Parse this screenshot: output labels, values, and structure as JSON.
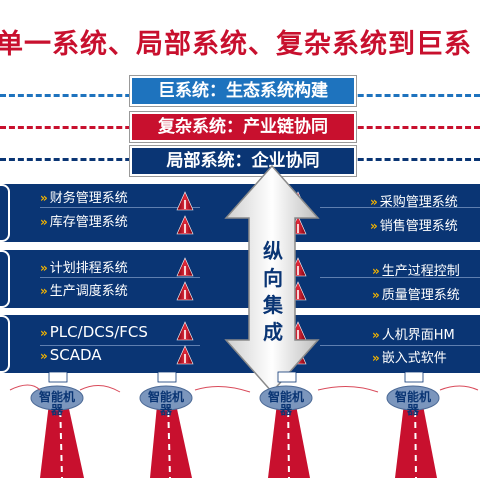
{
  "title": "单一系统、局部系统、复杂系统到巨系",
  "tiers": [
    {
      "label": "巨系统：生态系统构建",
      "color": "#1e73be"
    },
    {
      "label": "复杂系统：产业链协同",
      "color": "#c8102e"
    },
    {
      "label": "局部系统：企业协同",
      "color": "#0a3574"
    }
  ],
  "arrow_label": "纵向集成",
  "bands": [
    {
      "left": [
        "财务管理系统",
        "库存管理系统"
      ],
      "right": [
        "采购管理系统",
        "销售管理系统"
      ]
    },
    {
      "left": [
        "计划排程系统",
        "生产调度系统"
      ],
      "right": [
        "生产过程控制",
        "质量管理系统"
      ]
    },
    {
      "left": [
        "PLC/DCS/FCS",
        "SCADA"
      ],
      "right": [
        "人机界面HM",
        "嵌入式软件"
      ]
    }
  ],
  "robots": [
    {
      "label": "智能机器"
    },
    {
      "label": "智能机器"
    },
    {
      "label": "智能机器"
    },
    {
      "label": "智能机器"
    }
  ],
  "colors": {
    "navy": "#0a3574",
    "red": "#c8102e",
    "blue": "#1e73be",
    "gold": "#f2b300"
  }
}
